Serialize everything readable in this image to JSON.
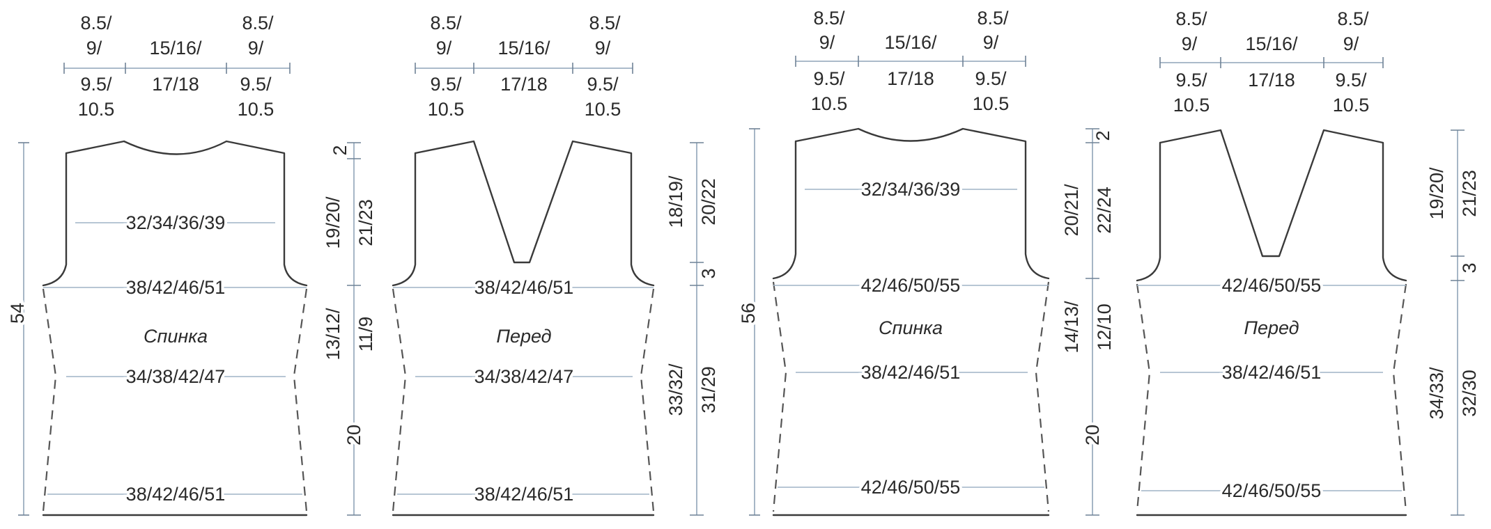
{
  "pieces": [
    {
      "top": {
        "left_upper": "8.5/",
        "left_mid": "9/",
        "center_upper": "15/16/",
        "right_upper": "8.5/",
        "right_mid": "9/",
        "left_lower1": "9.5/",
        "left_lower2": "10.5",
        "center_lower": "17/18",
        "right_lower1": "9.5/",
        "right_lower2": "10.5"
      },
      "name": "Спинка",
      "widths": {
        "upper": "32/34/36/39",
        "armhole": "38/42/46/51",
        "waist": "34/38/42/47",
        "hem": "38/42/46/51"
      },
      "total_height": "54",
      "right": {
        "top_small": "2",
        "upper_a": "19/20/",
        "upper_b": "21/23",
        "side_a": "13/12/",
        "side_b": "11/9",
        "bottom": "20"
      }
    },
    {
      "top": {
        "left_upper": "8.5/",
        "left_mid": "9/",
        "center_upper": "15/16/",
        "right_upper": "8.5/",
        "right_mid": "9/",
        "left_lower1": "9.5/",
        "left_lower2": "10.5",
        "center_lower": "17/18",
        "right_lower1": "9.5/",
        "right_lower2": "10.5"
      },
      "name": "Перед",
      "widths": {
        "armhole": "38/42/46/51",
        "waist": "34/38/42/47",
        "hem": "38/42/46/51"
      },
      "right": {
        "upper_a": "18/19/",
        "upper_b": "20/22",
        "small": "3",
        "lower_a": "33/32/",
        "lower_b": "31/29"
      }
    },
    {
      "top": {
        "left_upper": "8.5/",
        "left_mid": "9/",
        "center_upper": "15/16/",
        "right_upper": "8.5/",
        "right_mid": "9/",
        "left_lower1": "9.5/",
        "left_lower2": "10.5",
        "center_lower": "17/18",
        "right_lower1": "9.5/",
        "right_lower2": "10.5"
      },
      "name": "Спинка",
      "widths": {
        "upper": "32/34/36/39",
        "armhole": "42/46/50/55",
        "waist": "38/42/46/51",
        "hem": "42/46/50/55"
      },
      "total_height": "56",
      "right": {
        "top_small": "2",
        "upper_a": "20/21/",
        "upper_b": "22/24",
        "side_a": "14/13/",
        "side_b": "12/10",
        "bottom": "20"
      }
    },
    {
      "top": {
        "left_upper": "8.5/",
        "left_mid": "9/",
        "center_upper": "15/16/",
        "right_upper": "8.5/",
        "right_mid": "9/",
        "left_lower1": "9.5/",
        "left_lower2": "10.5",
        "center_lower": "17/18",
        "right_lower1": "9.5/",
        "right_lower2": "10.5"
      },
      "name": "Перед",
      "widths": {
        "armhole": "42/46/50/55",
        "waist": "38/42/46/51",
        "hem": "42/46/50/55"
      },
      "right": {
        "upper_a": "19/20/",
        "upper_b": "21/23",
        "small": "3",
        "lower_a": "34/33/",
        "lower_b": "32/30"
      }
    }
  ]
}
